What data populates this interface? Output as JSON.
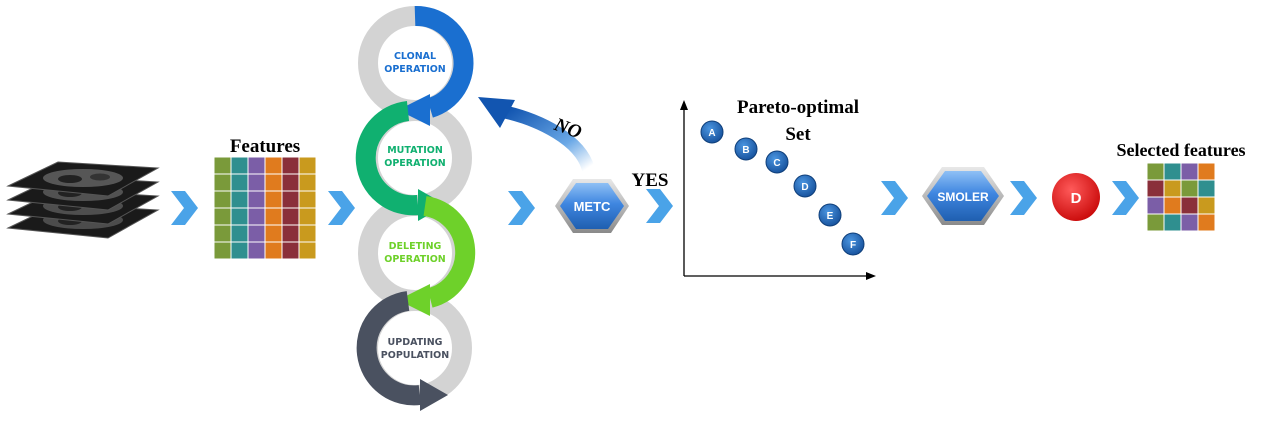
{
  "labels": {
    "features": "Features",
    "no": "NO",
    "yes": "YES",
    "pareto_line1": "Pareto-optimal",
    "pareto_line2": "Set",
    "selected_features": "Selected features"
  },
  "operations": [
    {
      "line1": "CLONAL",
      "line2": "OPERATION",
      "color": "#1a6fd0"
    },
    {
      "line1": "MUTATION",
      "line2": "OPERATION",
      "color": "#10b070"
    },
    {
      "line1": "DELETING",
      "line2": "OPERATION",
      "color": "#6ed12a"
    },
    {
      "line1": "UPDATING",
      "line2": "POPULATION",
      "color": "#4a5160"
    }
  ],
  "nodes": {
    "metc": "METC",
    "smoler": "SMOLER",
    "d": "D"
  },
  "pareto_points": [
    "A",
    "B",
    "C",
    "D",
    "E",
    "F"
  ],
  "colors": {
    "chevron": "#4aa3e8",
    "hexagon": "#3f86e0",
    "pareto_point": "#1e6fc4",
    "d_node": "#e21212",
    "ring_gray": "#d3d3d3",
    "no_arrow": "#1565c0"
  },
  "feature_grid_colors": [
    "#8a2f3a",
    "#c99a1e",
    "#7a9a3a",
    "#2f8f8f",
    "#7b5ea7",
    "#e07b1e"
  ],
  "selected_grid_colors": [
    "#8a2f3a",
    "#c99a1e",
    "#7a9a3a",
    "#2f8f8f",
    "#7b5ea7",
    "#e07b1e"
  ]
}
